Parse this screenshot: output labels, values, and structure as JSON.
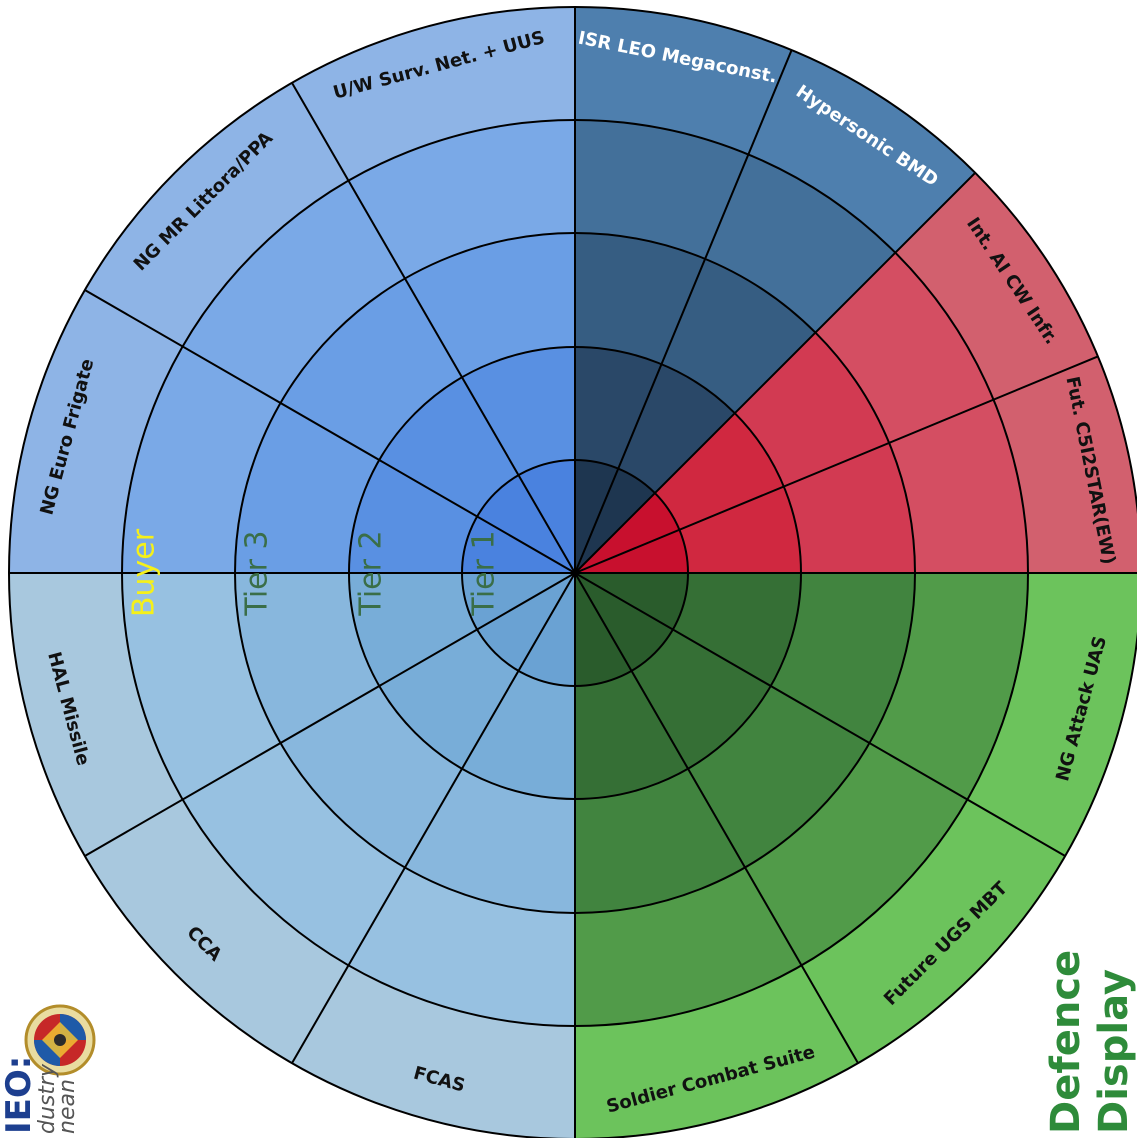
{
  "diagram": {
    "segments": [
      {
        "id": "isr",
        "label": "ISR LEO Megaconst.",
        "group": "space",
        "start": 0,
        "end": 22.5
      },
      {
        "id": "hyper",
        "label": "Hypersonic BMD",
        "group": "space",
        "start": 22.5,
        "end": 45
      },
      {
        "id": "intai",
        "label": "Int. AI CW Infr.",
        "group": "cyber",
        "start": 45,
        "end": 67.5
      },
      {
        "id": "fut",
        "label": "Fut. C5I2STAR(EW)",
        "group": "cyber",
        "start": 67.5,
        "end": 90
      },
      {
        "id": "ngattack",
        "label": "NG Attack UAS",
        "group": "land",
        "start": 90,
        "end": 120
      },
      {
        "id": "ugs",
        "label": "Future UGS MBT",
        "group": "land",
        "start": 120,
        "end": 150
      },
      {
        "id": "soldier",
        "label": "Soldier Combat Suite",
        "group": "land",
        "start": 150,
        "end": 180
      },
      {
        "id": "fcas",
        "label": "FCAS",
        "group": "air",
        "start": 180,
        "end": 210
      },
      {
        "id": "cca",
        "label": "CCA",
        "group": "air",
        "start": 210,
        "end": 240
      },
      {
        "id": "hal",
        "label": "HAL Missile",
        "group": "air",
        "start": 240,
        "end": 270
      },
      {
        "id": "frigate",
        "label": "NG Euro Frigate",
        "group": "naval",
        "start": 270,
        "end": 300
      },
      {
        "id": "littoral",
        "label": "NG MR Littora/PPA",
        "group": "naval",
        "start": 300,
        "end": 330
      },
      {
        "id": "uw",
        "label": "U/W Surv. Net. + UUS",
        "group": "naval",
        "start": 330,
        "end": 360
      }
    ],
    "rings": [
      {
        "label": "Tier 1",
        "color": "#3a6e48"
      },
      {
        "label": "Tier 2",
        "color": "#3a6e48"
      },
      {
        "label": "Tier 3",
        "color": "#3a6e48"
      },
      {
        "label": "Buyer",
        "color": "#f5f019"
      }
    ],
    "palettes": {
      "space": [
        "#1e3650",
        "#2a4868",
        "#365d82",
        "#43709a",
        "#4e7fae"
      ],
      "cyber": [
        "#c8102e",
        "#d02840",
        "#d23a52",
        "#d44e62",
        "#d2606e"
      ],
      "land": [
        "#2a5c2c",
        "#356f35",
        "#41843f",
        "#519b49",
        "#6cc35c"
      ],
      "air": [
        "#6aa2d3",
        "#78add8",
        "#88b7dd",
        "#97c1e1",
        "#a8c8de"
      ],
      "naval": [
        "#4a82df",
        "#5990e2",
        "#6a9ee5",
        "#7aa9e7",
        "#8eb4e6"
      ]
    },
    "label_colors": {
      "space": "#ffffff",
      "cyber": "#111111",
      "land": "#111111",
      "air": "#111111",
      "naval": "#111111"
    }
  },
  "branding": {
    "left_title": "IEO:",
    "left_line1": "dustry",
    "left_line2": "nean",
    "right_line1": "Defence",
    "right_line2": "Display"
  }
}
